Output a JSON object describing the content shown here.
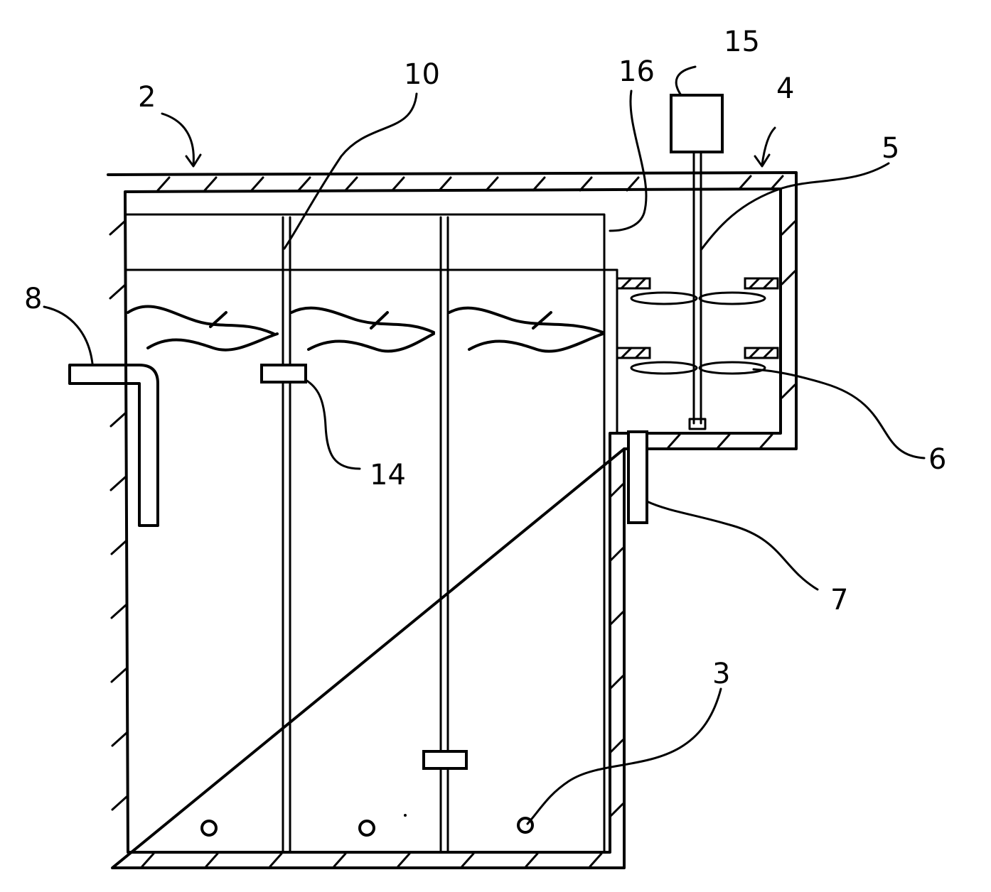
{
  "labels": {
    "l2": "2",
    "l3": "3",
    "l4": "4",
    "l5": "5",
    "l6": "6",
    "l7": "7",
    "l8": "8",
    "l10": "10",
    "l14": "14",
    "l15": "15",
    "l16": "16"
  }
}
